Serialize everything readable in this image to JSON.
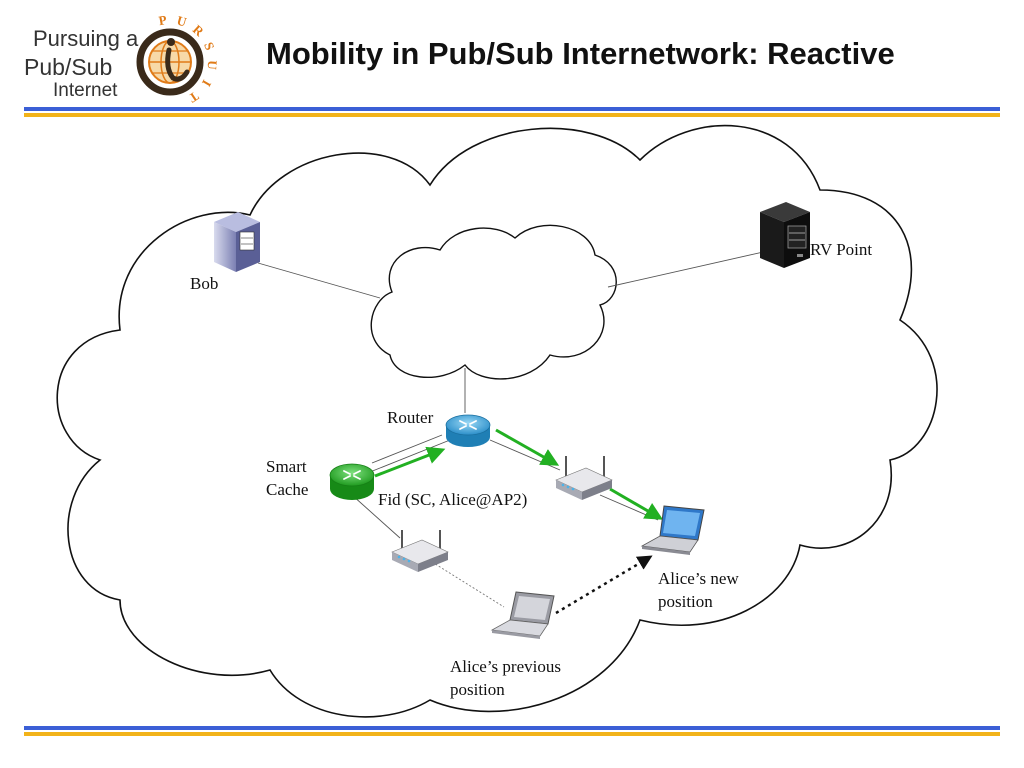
{
  "logo": {
    "line1": "Pursuing a",
    "line2": "Pub/Sub",
    "line3": "Internet",
    "arc_letters": [
      "P",
      "U",
      "R",
      "S",
      "U",
      "I",
      "T"
    ]
  },
  "title": "Mobility in Pub/Sub Internetwork: Reactive",
  "diagram": {
    "bob": "Bob",
    "rv_point": "RV Point",
    "router": "Router",
    "smart_cache_line1": "Smart",
    "smart_cache_line2": "Cache",
    "fid": "Fid (SC, Alice@AP2)",
    "alice_new_line1": "Alice’s new",
    "alice_new_line2": "position",
    "alice_prev_line1": "Alice’s previous",
    "alice_prev_line2": "position"
  },
  "colors": {
    "band_blue": "#3b5fd6",
    "band_gold": "#f2b31a",
    "green_arrow": "#22b022",
    "router_blue": "#3fa6dc",
    "smart_cache_green": "#2fb52f",
    "logo_orange": "#e07b18"
  }
}
